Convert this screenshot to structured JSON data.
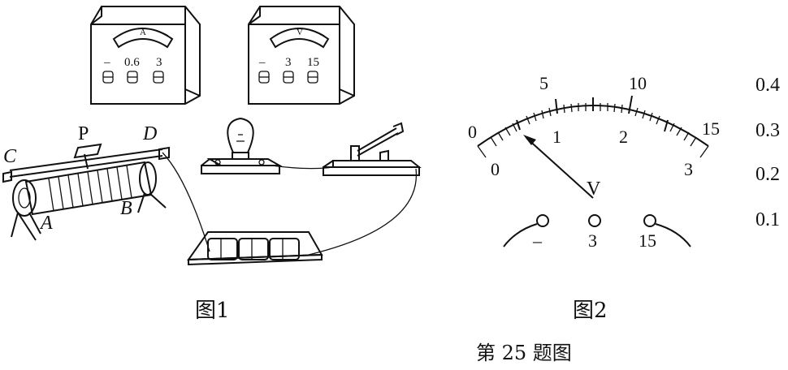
{
  "figure1": {
    "caption": "图1",
    "ammeter": {
      "face_label": "A",
      "terminals": [
        "–",
        "0.6",
        "3"
      ]
    },
    "voltmeter": {
      "face_label": "V",
      "terminals": [
        "–",
        "3",
        "15"
      ]
    },
    "rheostat_labels": {
      "p": "P",
      "c": "C",
      "d": "D",
      "a": "A",
      "b": "B"
    }
  },
  "figure2": {
    "caption": "图2",
    "meter_label": "V",
    "upper_scale": [
      "0",
      "5",
      "10",
      "15"
    ],
    "lower_scale": [
      "0",
      "1",
      "2",
      "3"
    ],
    "terminals": [
      "–",
      "3",
      "15"
    ],
    "right_edge_labels": [
      "0.4",
      "0.3",
      "0.2",
      "0.1"
    ]
  },
  "main_caption": "第 25 题图"
}
